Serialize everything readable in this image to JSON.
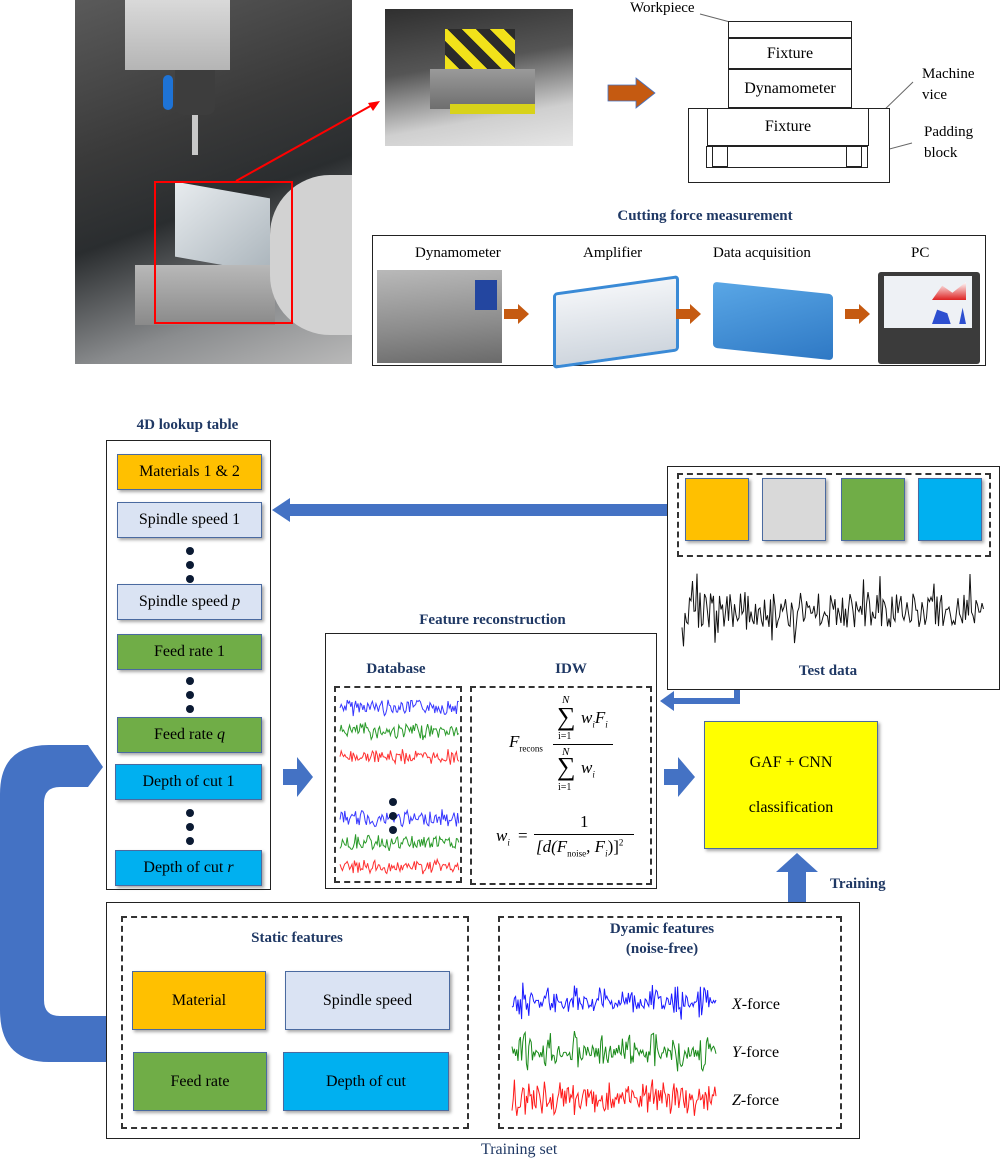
{
  "top": {
    "photo_machine": "machine-tool photo",
    "photo_fixture": "fixture setup photo",
    "schematic": {
      "workpiece": "Workpiece",
      "fixture_top": "Fixture",
      "dynamometer": "Dynamometer",
      "fixture_bottom": "Fixture",
      "machine_vice": "Machine vice",
      "machine_vice_line1": "Machine",
      "machine_vice_line2": "vice",
      "padding_line1": "Padding",
      "padding_line2": "block"
    },
    "measurement": {
      "title": "Cutting force measurement",
      "steps": [
        {
          "label": "Dynamometer"
        },
        {
          "label": "Amplifier"
        },
        {
          "label": "Data acquisition"
        },
        {
          "label": "PC"
        }
      ]
    }
  },
  "lookup": {
    "title": "4D lookup table",
    "items": [
      {
        "label": "Materials 1 & 2",
        "color": "#ffc000"
      },
      {
        "label": "Spindle speed 1",
        "color": "#dae3f3"
      },
      {
        "label": "Spindle speed ",
        "var": "p",
        "color": "#dae3f3"
      },
      {
        "label": "Feed rate 1",
        "color": "#70ad47"
      },
      {
        "label": "Feed rate ",
        "var": "q",
        "color": "#70ad47"
      },
      {
        "label": "Depth of cut 1",
        "color": "#00b0f0"
      },
      {
        "label": "Depth of cut ",
        "var": "r",
        "color": "#00b0f0"
      }
    ]
  },
  "reconstruction": {
    "title": "Feature reconstruction",
    "database_title": "Database",
    "idw_title": "IDW",
    "formula1": {
      "lhs": "F",
      "lhs_sub": "recons",
      "sum_upper": "N",
      "sum_lower": "i=1",
      "numerator": "w",
      "numerator_sub": "i",
      "numerator2": "F",
      "numerator2_sub": "i",
      "denominator": "w",
      "denominator_sub": "i"
    },
    "formula2": {
      "lhs": "w",
      "lhs_sub": "i",
      "eq": "=",
      "numerator": "1",
      "den_open": "[d(F",
      "den_sub": "noise",
      "den_mid": ", F",
      "den_sub2": "i",
      "den_close": ")]",
      "den_power": "2"
    }
  },
  "test_data": {
    "title": "Test data",
    "squares": [
      "#ffc000",
      "#d9d9d9",
      "#70ad47",
      "#00b0f0"
    ]
  },
  "classifier": {
    "line1": "GAF + CNN",
    "line2": "classification",
    "color": "#ffff00"
  },
  "training_label": "Training",
  "training_set": {
    "caption": "Training set",
    "static": {
      "title": "Static features",
      "items": [
        {
          "label": "Material",
          "color": "#ffc000"
        },
        {
          "label": "Spindle speed",
          "color": "#dae3f3"
        },
        {
          "label": "Feed rate",
          "color": "#70ad47"
        },
        {
          "label": "Depth of cut",
          "color": "#00b0f0"
        }
      ]
    },
    "dynamic": {
      "title_line1": "Dyamic features",
      "title_line2": "(noise-free)",
      "signals": [
        {
          "axis": "X",
          "suffix": "-force",
          "color": "#1a1aff"
        },
        {
          "axis": "Y",
          "suffix": "-force",
          "color": "#1a8a1a"
        },
        {
          "axis": "Z",
          "suffix": "-force",
          "color": "#ff1a1a"
        }
      ]
    }
  },
  "colors": {
    "arrow_blue": "#4472c4",
    "arrow_orange": "#c55a11",
    "title_navy": "#1f3864",
    "highlight_red": "#ff0000"
  }
}
